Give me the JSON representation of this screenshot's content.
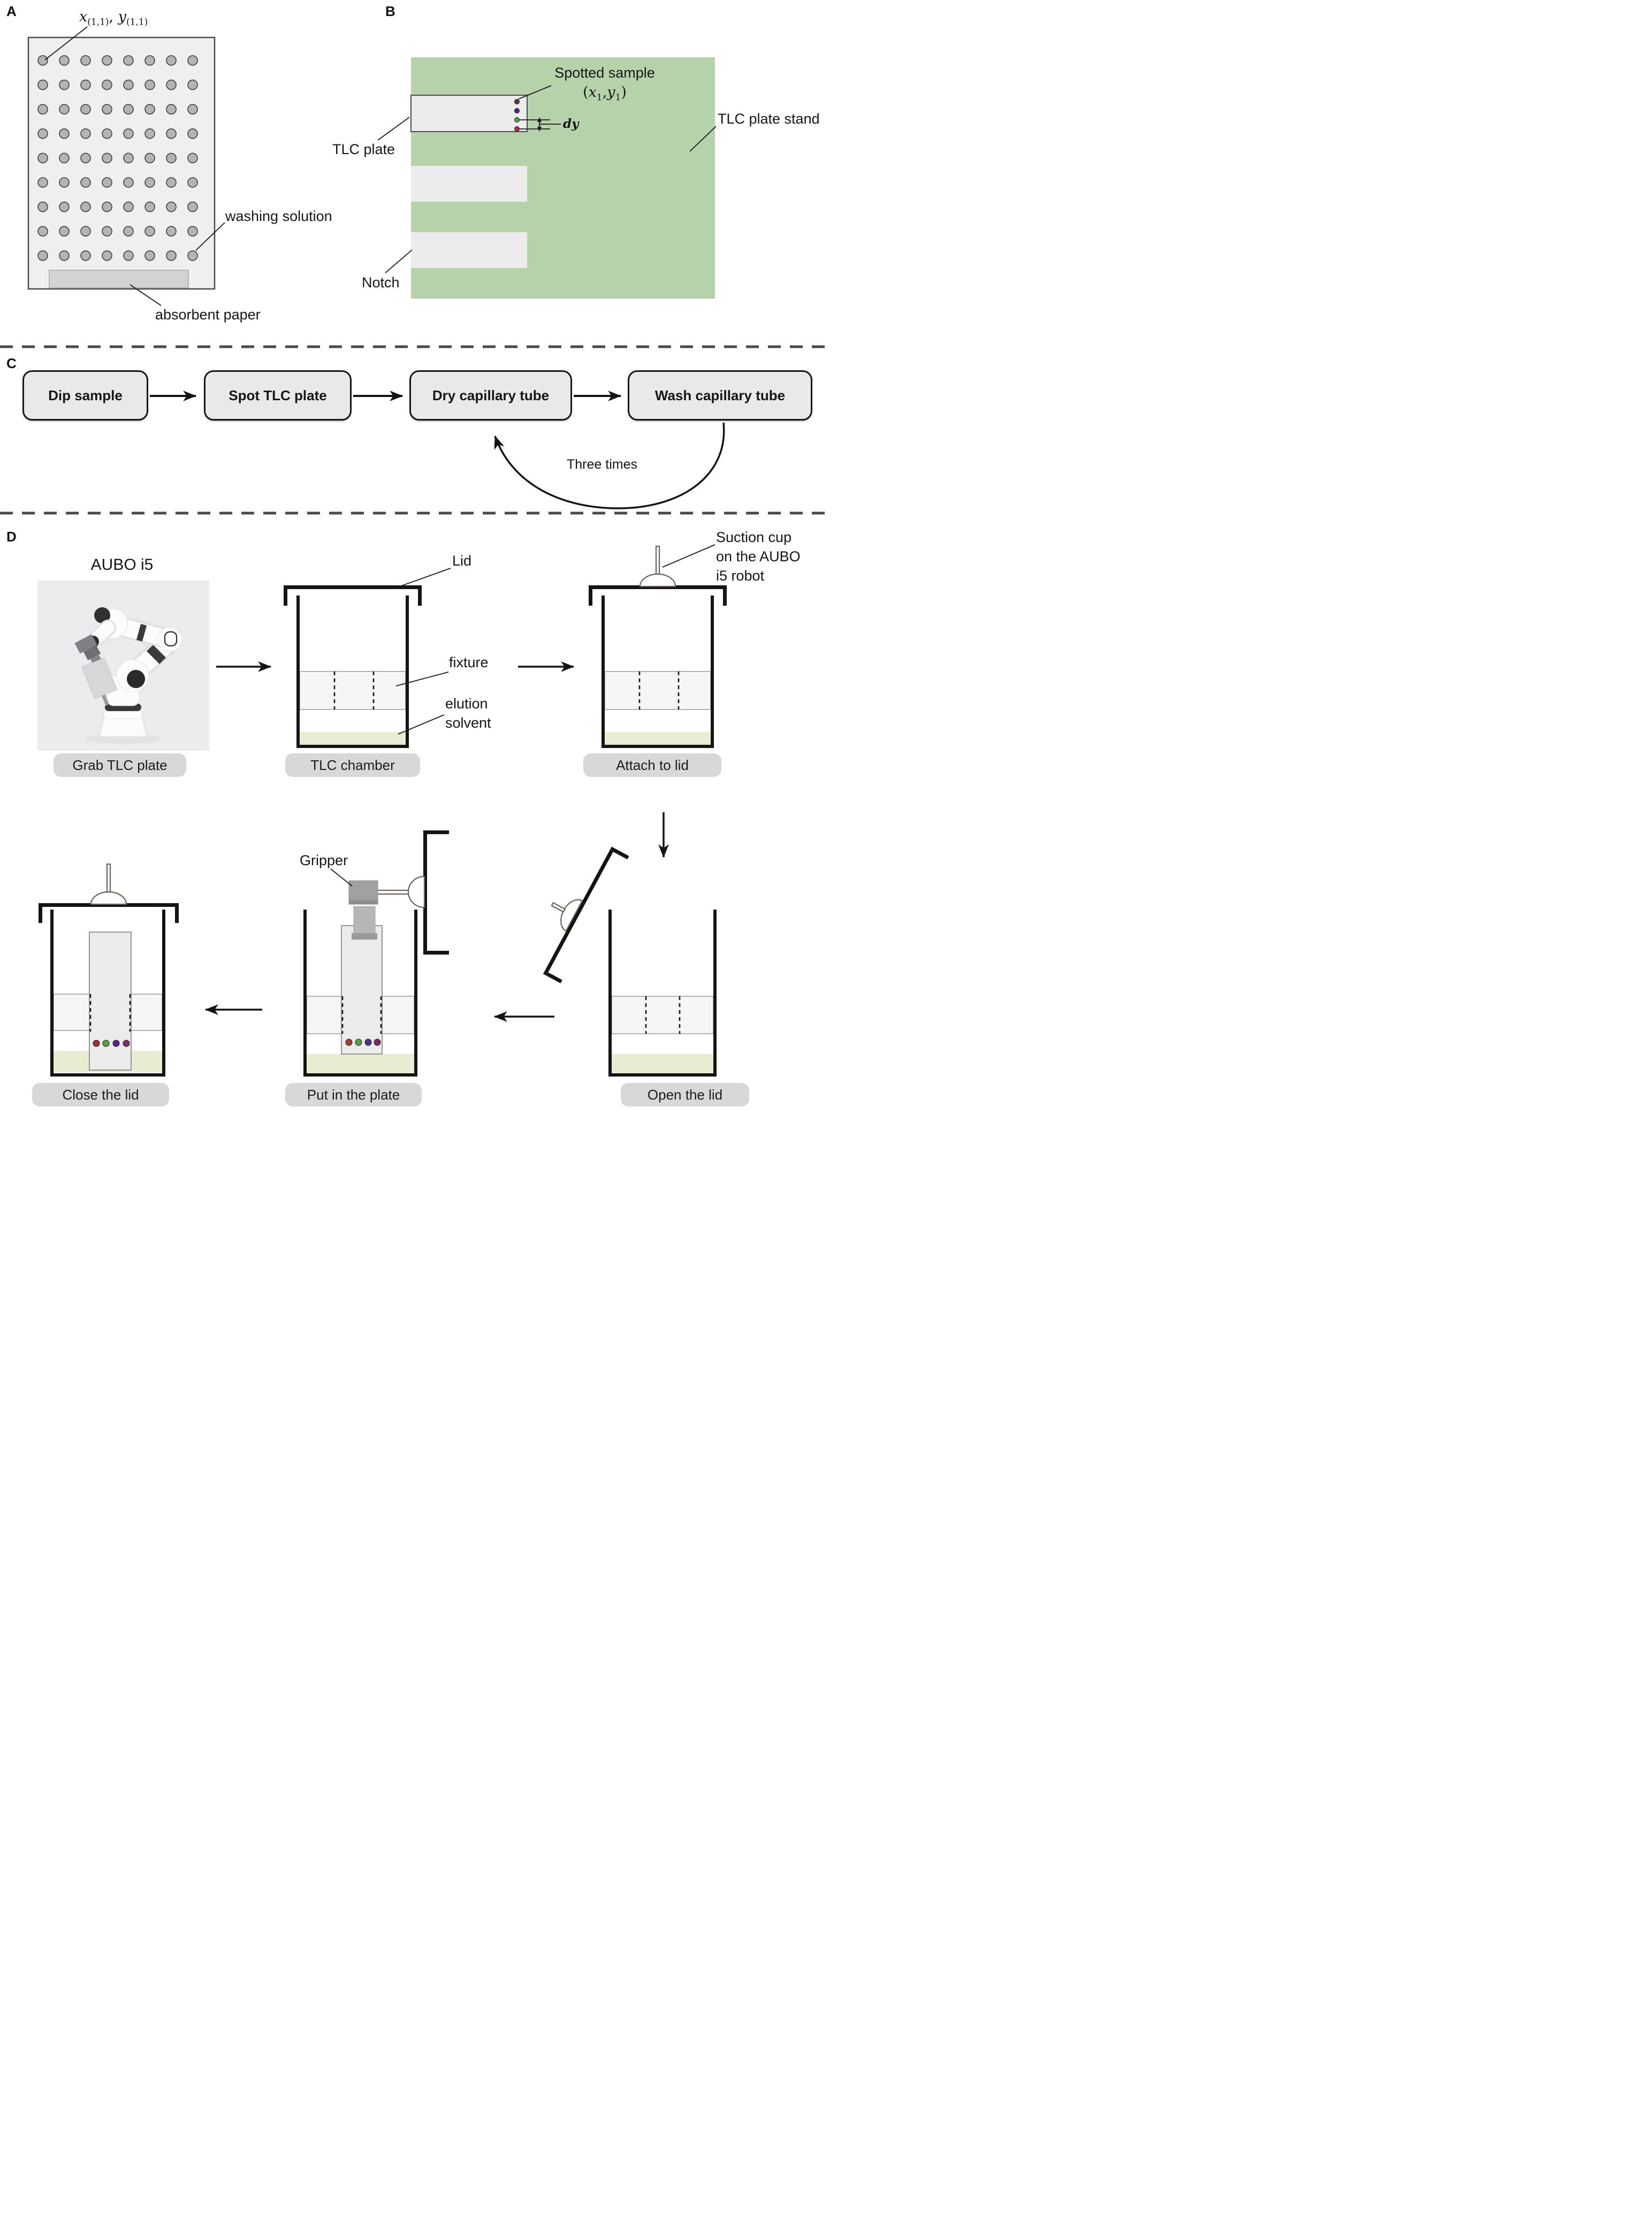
{
  "figure": {
    "panel_a": {
      "label": "A",
      "corner_annotation": {
        "x_var": "x",
        "x_sub": "(1,1)",
        "comma": ", ",
        "y_var": "y",
        "y_sub": "(1,1)"
      },
      "well_grid": {
        "rows": 9,
        "cols": 8
      },
      "labels": {
        "washing_solution": "washing solution",
        "absorbent_paper": "absorbent paper"
      }
    },
    "panel_b": {
      "label": "B",
      "labels": {
        "spotted_sample": "Spotted sample",
        "coord": {
          "open": "(",
          "x": "x",
          "x_sub": "1",
          "comma": ",",
          "y": "y",
          "y_sub": "1",
          "close": ")"
        },
        "tlc_plate": "TLC plate",
        "tlc_plate_stand": "TLC plate stand",
        "notch": "Notch",
        "dy": "dy"
      }
    },
    "panel_c": {
      "label": "C",
      "steps": [
        "Dip sample",
        "Spot TLC plate",
        "Dry capillary tube",
        "Wash capillary tube"
      ],
      "loop_label": "Three times"
    },
    "panel_d": {
      "label": "D",
      "robot_title": "AUBO i5",
      "step_badges": [
        "Grab TLC plate",
        "TLC chamber",
        "Attach to lid",
        "Open the lid",
        "Put in the plate",
        "Close the lid"
      ],
      "labels": {
        "lid": "Lid",
        "fixture": "fixture",
        "elution_line1": "elution",
        "elution_line2": "solvent",
        "suction_line1": "Suction cup",
        "suction_line2": "on the AUBO",
        "suction_line3": "i5 robot",
        "gripper": "Gripper"
      }
    },
    "colors": {
      "stand_green": "#b5d2ab",
      "solvent_green": "#e6edd1",
      "photo_bg": "#ebebed",
      "sample_dots_b": [
        "#6f2a4c",
        "#44268a",
        "#55a13e",
        "#a42f3a"
      ],
      "sample_dots_put": [
        "#a33a35",
        "#55a13e",
        "#4f2d96",
        "#7c2a56"
      ],
      "sample_dots_close": [
        "#9e2f35",
        "#55a13e",
        "#4b2a8c",
        "#8c2a70"
      ]
    }
  }
}
